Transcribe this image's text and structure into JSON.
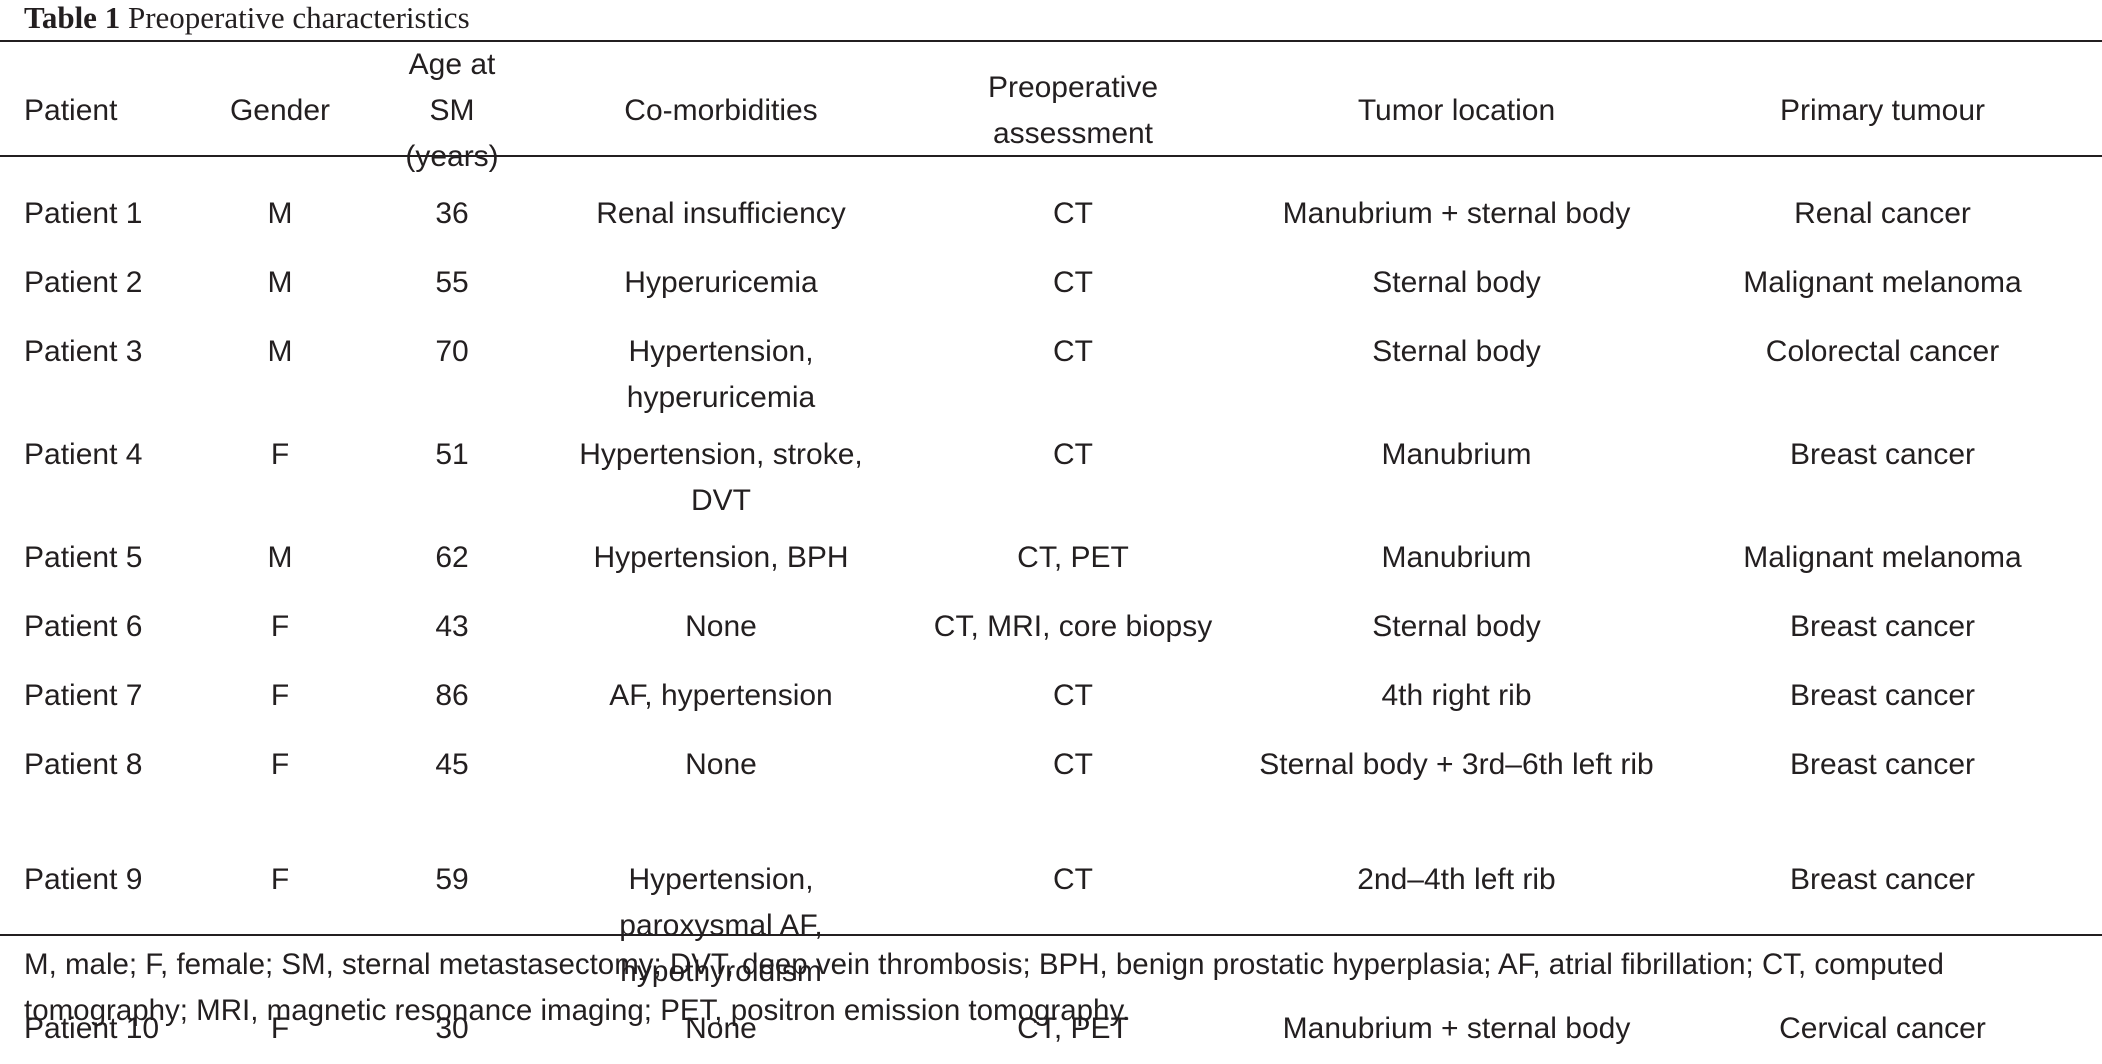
{
  "table": {
    "title_label": "Table 1",
    "title_text": "Preoperative characteristics",
    "headers": {
      "patient": "Patient",
      "gender": "Gender",
      "age": "Age at SM (years)",
      "comorbidities": "Co-morbidities",
      "assessment": "Preoperative assessment",
      "location": "Tumor location",
      "primary": "Primary tumour"
    },
    "rows": [
      {
        "patient": "Patient 1",
        "gender": "M",
        "age": "36",
        "comorbidities": "Renal insufficiency",
        "assessment": "CT",
        "location": "Manubrium + sternal body",
        "primary": "Renal cancer"
      },
      {
        "patient": "Patient 2",
        "gender": "M",
        "age": "55",
        "comorbidities": "Hyperuricemia",
        "assessment": "CT",
        "location": "Sternal body",
        "primary": "Malignant melanoma"
      },
      {
        "patient": "Patient 3",
        "gender": "M",
        "age": "70",
        "comorbidities": "Hypertension, hyperuricemia",
        "assessment": "CT",
        "location": "Sternal body",
        "primary": "Colorectal cancer"
      },
      {
        "patient": "Patient 4",
        "gender": "F",
        "age": "51",
        "comorbidities": "Hypertension, stroke, DVT",
        "assessment": "CT",
        "location": "Manubrium",
        "primary": "Breast cancer"
      },
      {
        "patient": "Patient 5",
        "gender": "M",
        "age": "62",
        "comorbidities": "Hypertension, BPH",
        "assessment": "CT, PET",
        "location": "Manubrium",
        "primary": "Malignant melanoma"
      },
      {
        "patient": "Patient 6",
        "gender": "F",
        "age": "43",
        "comorbidities": "None",
        "assessment": "CT, MRI, core biopsy",
        "location": "Sternal body",
        "primary": "Breast cancer"
      },
      {
        "patient": "Patient 7",
        "gender": "F",
        "age": "86",
        "comorbidities": "AF, hypertension",
        "assessment": "CT",
        "location": "4th right rib",
        "primary": "Breast cancer"
      },
      {
        "patient": "Patient 8",
        "gender": "F",
        "age": "45",
        "comorbidities": "None",
        "assessment": "CT",
        "location": "Sternal body + 3rd–6th left rib",
        "primary": "Breast cancer"
      },
      {
        "patient": "Patient 9",
        "gender": "F",
        "age": "59",
        "comorbidities": "Hypertension, paroxysmal AF, hypothyroidism",
        "assessment": "CT",
        "location": "2nd–4th left rib",
        "primary": "Breast cancer"
      },
      {
        "patient": "Patient 10",
        "gender": "F",
        "age": "30",
        "comorbidities": "None",
        "assessment": "CT, PET",
        "location": "Manubrium + sternal body",
        "primary": "Cervical cancer"
      }
    ],
    "footnote": "M, male; F, female; SM, sternal metastasectomy; DVT, deep vein thrombosis; BPH, benign prostatic hyperplasia; AF, atrial fibrillation; CT, computed tomography; MRI, magnetic resonance imaging; PET, positron emission tomography."
  }
}
